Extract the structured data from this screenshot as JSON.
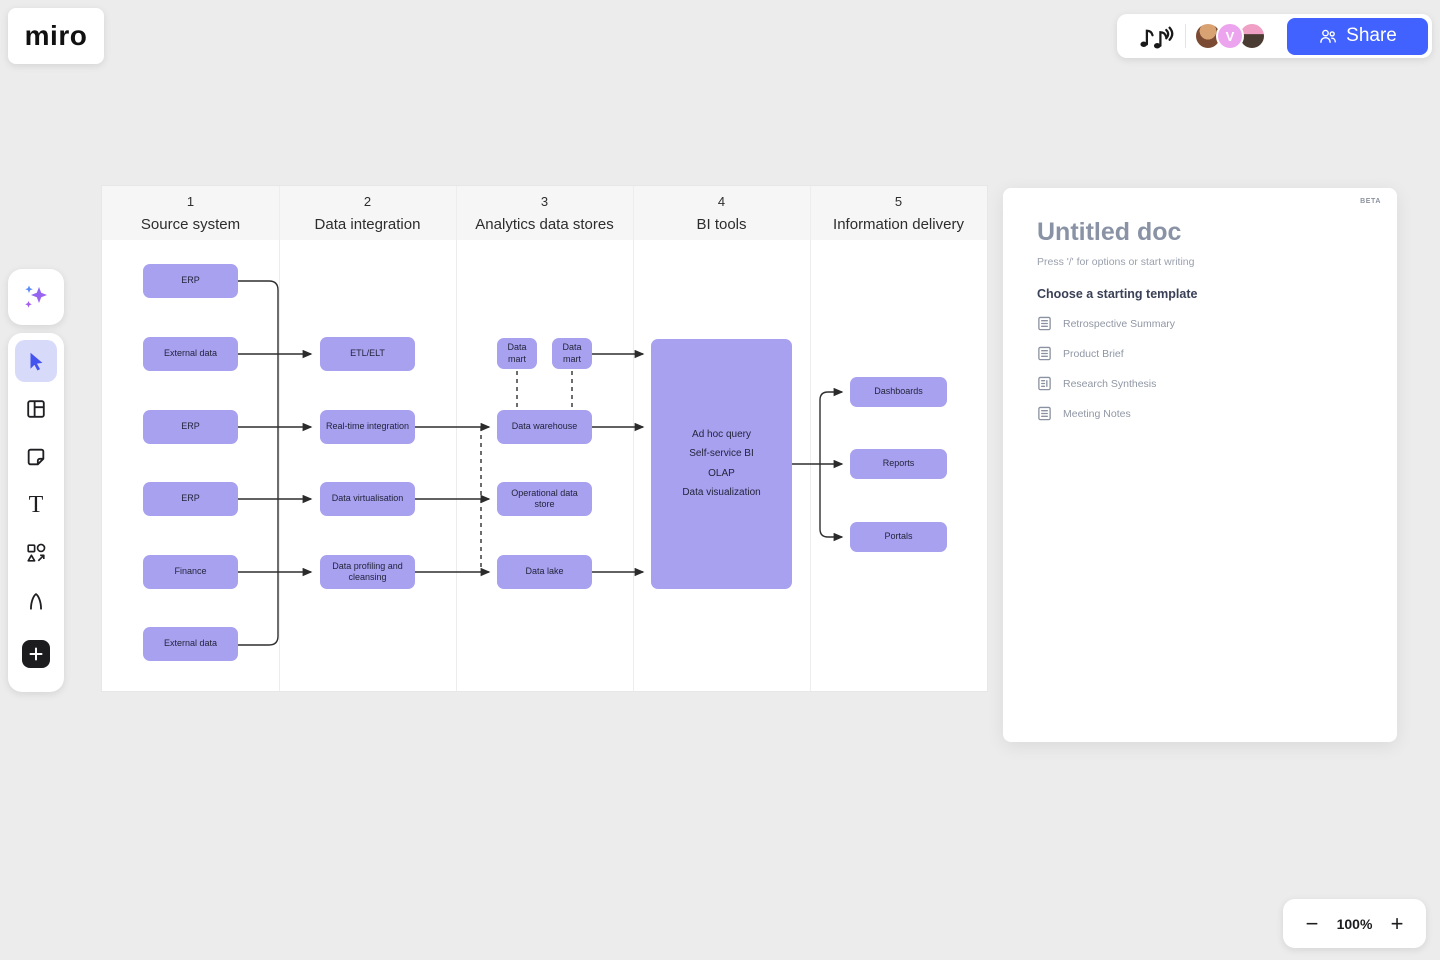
{
  "app": {
    "logo": "miro",
    "share_button": "Share",
    "avatar_initial": "V"
  },
  "colors": {
    "accent_blue": "#4262ff",
    "node_purple": "#a7a1f0",
    "canvas_bg": "#ececec"
  },
  "frame": {
    "columns": [
      {
        "number": "1",
        "label": "Source system"
      },
      {
        "number": "2",
        "label": "Data integration"
      },
      {
        "number": "3",
        "label": "Analytics data stores"
      },
      {
        "number": "4",
        "label": "BI tools"
      },
      {
        "number": "5",
        "label": "Information delivery"
      }
    ]
  },
  "diagram": {
    "sources": [
      "ERP",
      "External data",
      "ERP",
      "ERP",
      "Finance",
      "External data"
    ],
    "integration": [
      "ETL/ELT",
      "Real-time integration",
      "Data virtualisation",
      "Data profiling and cleansing"
    ],
    "stores": {
      "mart1": "Data mart",
      "mart2": "Data mart",
      "warehouse": "Data warehouse",
      "ods": "Operational data store",
      "lake": "Data lake"
    },
    "bi_tools_lines": [
      "Ad hoc query",
      "Self-service BI",
      "OLAP",
      "Data visualization"
    ],
    "delivery": [
      "Dashboards",
      "Reports",
      "Portals"
    ]
  },
  "doc_panel": {
    "beta": "BETA",
    "title": "Untitled doc",
    "hint": "Press '/' for options or start writing",
    "templates_heading": "Choose a starting template",
    "templates": [
      "Retrospective Summary",
      "Product Brief",
      "Research Synthesis",
      "Meeting Notes"
    ]
  },
  "zoom_controls": {
    "minus": "−",
    "level": "100%",
    "plus": "+"
  }
}
